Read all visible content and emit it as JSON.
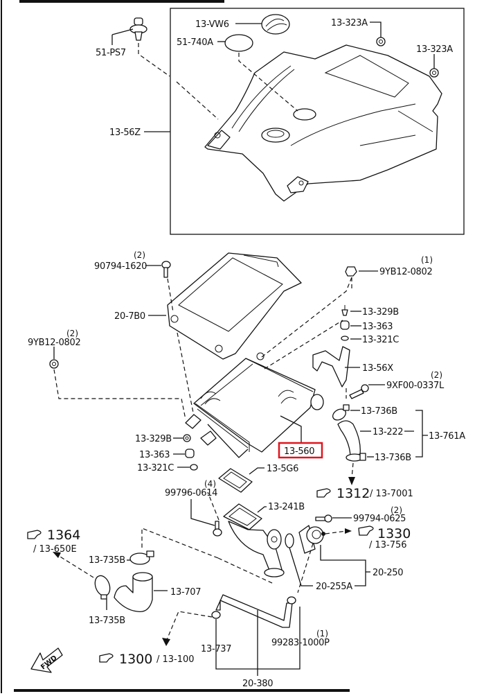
{
  "diagram": {
    "kind": "exploded parts catalog view",
    "highlight_color": "#e0141e",
    "highlighted_part": "13-560",
    "top_box": {
      "labels": {
        "ps7": "51-PS7",
        "vw6": "13-VW6",
        "p740a": "51-740A",
        "p323a_1": "13-323A",
        "p323a_2": "13-323A",
        "p56z": "13-56Z"
      }
    },
    "labels": {
      "p90794": "90794-1620",
      "p90794_qty": "(2)",
      "p7b0": "20-7B0",
      "p9yb12_left": "9YB12-0802",
      "p9yb12_left_qty": "(2)",
      "p9yb12_right": "9YB12-0802",
      "p9yb12_right_qty": "(1)",
      "p329b_r": "13-329B",
      "p363_r": "13-363",
      "p321c_r": "13-321C",
      "p56x": "13-56X",
      "p9xf00": "9XF00-0337L",
      "p9xf00_qty": "(2)",
      "p736b_top": "13-736B",
      "p222": "13-222",
      "p761a": "13-761A",
      "p736b_bot": "13-736B",
      "p560": "13-560",
      "p329b_l": "13-329B",
      "p363_l": "13-363",
      "p321c_l": "13-321C",
      "p5g6": "13-5G6",
      "p99796": "99796-0614",
      "p99796_qty": "(4)",
      "p241b": "13-241B",
      "p99794": "99794-0625",
      "p99794_qty": "(2)",
      "p250": "20-250",
      "p255a": "20-255A",
      "p735b_top": "13-735B",
      "p735b_bot": "13-735B",
      "p707": "13-707",
      "p737": "13-737",
      "p99283": "99283-1000P",
      "p99283_qty": "(1)",
      "p380": "20-380"
    },
    "references": [
      {
        "id": "ref1312",
        "main": "1312",
        "sub": "/ 13-7001"
      },
      {
        "id": "ref1330",
        "main": "1330",
        "sub": "/ 13-756"
      },
      {
        "id": "ref1364",
        "main": "1364",
        "sub": "/ 13-650E"
      },
      {
        "id": "ref1300",
        "main": "1300",
        "sub": "/ 13-100"
      }
    ],
    "fwd_label": "FWD"
  }
}
